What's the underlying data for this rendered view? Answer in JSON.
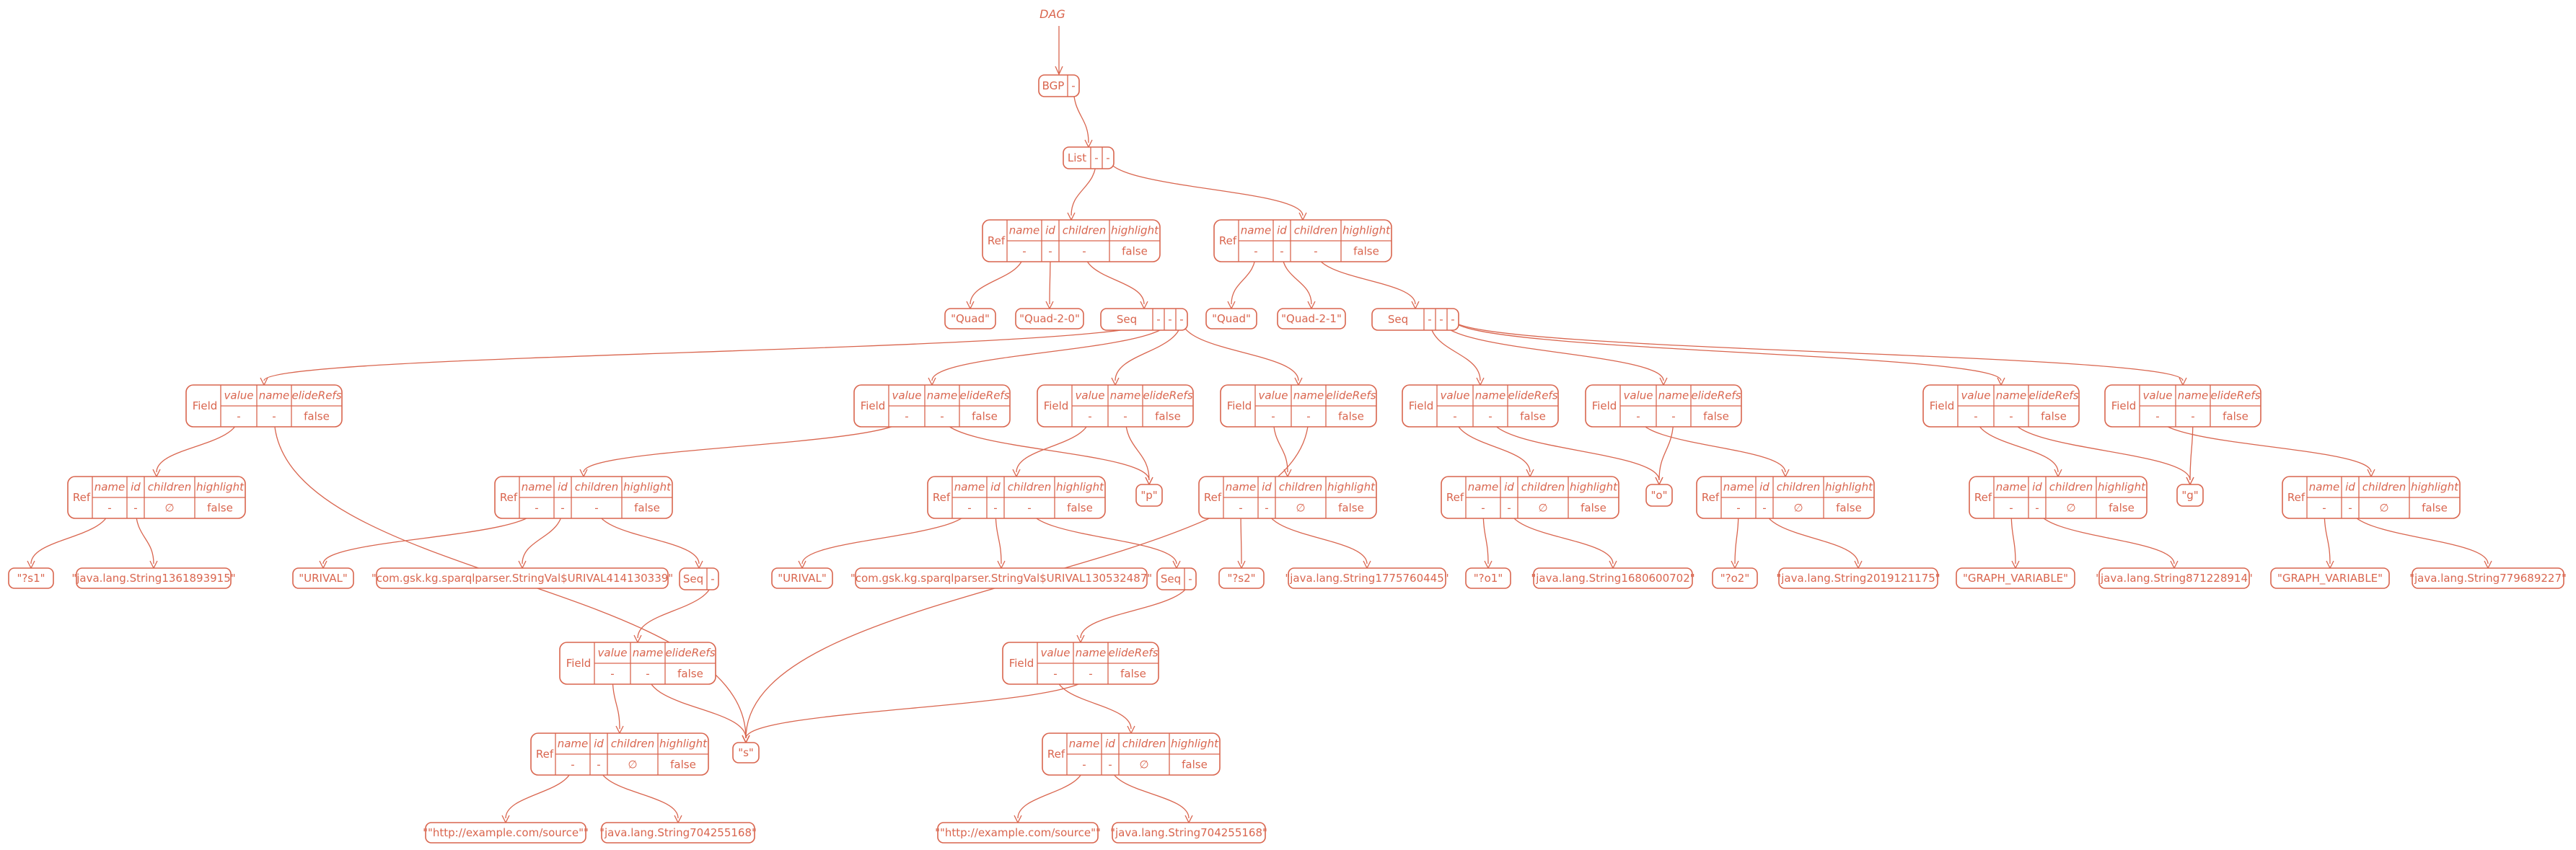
{
  "title": "DAG",
  "colors": {
    "stroke": "#d9654e",
    "background": "#ffffff"
  },
  "placeholders": {
    "value": "-",
    "empty_set": "∅"
  },
  "nodes": {
    "bgp": {
      "label": "BGP",
      "kind": "ports",
      "ports": 1
    },
    "list": {
      "label": "List",
      "kind": "ports",
      "ports": 2
    },
    "ref_q0": {
      "label": "Ref",
      "kind": "record",
      "headers": [
        "name",
        "id",
        "children",
        "highlight"
      ],
      "values": [
        "-",
        "-",
        "-",
        "false"
      ]
    },
    "ref_q1": {
      "label": "Ref",
      "kind": "record",
      "headers": [
        "name",
        "id",
        "children",
        "highlight"
      ],
      "values": [
        "-",
        "-",
        "-",
        "false"
      ]
    },
    "quad0": {
      "label": "\"Quad\"",
      "kind": "leaf"
    },
    "quad0id": {
      "label": "\"Quad-2-0\"",
      "kind": "leaf"
    },
    "seq0": {
      "label": "Seq",
      "kind": "ports",
      "ports": 3
    },
    "quad1": {
      "label": "\"Quad\"",
      "kind": "leaf"
    },
    "quad1id": {
      "label": "\"Quad-2-1\"",
      "kind": "leaf"
    },
    "seq1": {
      "label": "Seq",
      "kind": "ports",
      "ports": 3
    },
    "field_s": {
      "label": "Field",
      "kind": "record",
      "headers": [
        "value",
        "name",
        "elideRefs"
      ],
      "values": [
        "-",
        "-",
        "false"
      ]
    },
    "field_p": {
      "label": "Field",
      "kind": "record",
      "headers": [
        "value",
        "name",
        "elideRefs"
      ],
      "values": [
        "-",
        "-",
        "false"
      ]
    },
    "field_o": {
      "label": "Field",
      "kind": "record",
      "headers": [
        "value",
        "name",
        "elideRefs"
      ],
      "values": [
        "-",
        "-",
        "false"
      ]
    },
    "field_g": {
      "label": "Field",
      "kind": "record",
      "headers": [
        "value",
        "name",
        "elideRefs"
      ],
      "values": [
        "-",
        "-",
        "false"
      ]
    },
    "field_p2": {
      "label": "Field",
      "kind": "record",
      "headers": [
        "value",
        "name",
        "elideRefs"
      ],
      "values": [
        "-",
        "-",
        "false"
      ]
    },
    "field_o2": {
      "label": "Field",
      "kind": "record",
      "headers": [
        "value",
        "name",
        "elideRefs"
      ],
      "values": [
        "-",
        "-",
        "false"
      ]
    },
    "field_g2": {
      "label": "Field",
      "kind": "record",
      "headers": [
        "value",
        "name",
        "elideRefs"
      ],
      "values": [
        "-",
        "-",
        "false"
      ]
    },
    "field_o3": {
      "label": "Field",
      "kind": "record",
      "headers": [
        "value",
        "name",
        "elideRefs"
      ],
      "values": [
        "-",
        "-",
        "false"
      ]
    },
    "ref_s1": {
      "label": "Ref",
      "kind": "record",
      "headers": [
        "name",
        "id",
        "children",
        "highlight"
      ],
      "values": [
        "-",
        "-",
        "∅",
        "false"
      ]
    },
    "ref_urival1": {
      "label": "Ref",
      "kind": "record",
      "headers": [
        "name",
        "id",
        "children",
        "highlight"
      ],
      "values": [
        "-",
        "-",
        "-",
        "false"
      ]
    },
    "ref_urival2": {
      "label": "Ref",
      "kind": "record",
      "headers": [
        "name",
        "id",
        "children",
        "highlight"
      ],
      "values": [
        "-",
        "-",
        "-",
        "false"
      ]
    },
    "ref_s2": {
      "label": "Ref",
      "kind": "record",
      "headers": [
        "name",
        "id",
        "children",
        "highlight"
      ],
      "values": [
        "-",
        "-",
        "∅",
        "false"
      ]
    },
    "ref_o1": {
      "label": "Ref",
      "kind": "record",
      "headers": [
        "name",
        "id",
        "children",
        "highlight"
      ],
      "values": [
        "-",
        "-",
        "∅",
        "false"
      ]
    },
    "ref_o2": {
      "label": "Ref",
      "kind": "record",
      "headers": [
        "name",
        "id",
        "children",
        "highlight"
      ],
      "values": [
        "-",
        "-",
        "∅",
        "false"
      ]
    },
    "ref_gv1": {
      "label": "Ref",
      "kind": "record",
      "headers": [
        "name",
        "id",
        "children",
        "highlight"
      ],
      "values": [
        "-",
        "-",
        "∅",
        "false"
      ]
    },
    "ref_gv2": {
      "label": "Ref",
      "kind": "record",
      "headers": [
        "name",
        "id",
        "children",
        "highlight"
      ],
      "values": [
        "-",
        "-",
        "∅",
        "false"
      ]
    },
    "p_leaf": {
      "label": "\"p\"",
      "kind": "leaf"
    },
    "o_leaf": {
      "label": "\"o\"",
      "kind": "leaf"
    },
    "g_leaf": {
      "label": "\"g\"",
      "kind": "leaf"
    },
    "s1_name": {
      "label": "\"?s1\"",
      "kind": "leaf"
    },
    "s1_id": {
      "label": "\"java.lang.String1361893915\"",
      "kind": "leaf"
    },
    "urival1_name": {
      "label": "\"URIVAL\"",
      "kind": "leaf"
    },
    "urival1_id": {
      "label": "\"com.gsk.kg.sparqlparser.StringVal$URIVAL414130339\"",
      "kind": "leaf"
    },
    "seq_u1": {
      "label": "Seq",
      "kind": "ports",
      "ports": 1
    },
    "urival2_name": {
      "label": "\"URIVAL\"",
      "kind": "leaf"
    },
    "urival2_id": {
      "label": "\"com.gsk.kg.sparqlparser.StringVal$URIVAL130532487\"",
      "kind": "leaf"
    },
    "seq_u2": {
      "label": "Seq",
      "kind": "ports",
      "ports": 1
    },
    "s2_name": {
      "label": "\"?s2\"",
      "kind": "leaf"
    },
    "s2_id": {
      "label": "\"java.lang.String1775760445\"",
      "kind": "leaf"
    },
    "o1_name": {
      "label": "\"?o1\"",
      "kind": "leaf"
    },
    "o1_id": {
      "label": "\"java.lang.String1680600702\"",
      "kind": "leaf"
    },
    "o2_name": {
      "label": "\"?o2\"",
      "kind": "leaf"
    },
    "o2_id": {
      "label": "\"java.lang.String2019121175\"",
      "kind": "leaf"
    },
    "gv1_name": {
      "label": "\"GRAPH_VARIABLE\"",
      "kind": "leaf"
    },
    "gv1_id": {
      "label": "\"java.lang.String871228914\"",
      "kind": "leaf"
    },
    "gv2_name": {
      "label": "\"GRAPH_VARIABLE\"",
      "kind": "leaf"
    },
    "gv2_id": {
      "label": "\"java.lang.String779689227\"",
      "kind": "leaf"
    },
    "field_u1": {
      "label": "Field",
      "kind": "record",
      "headers": [
        "value",
        "name",
        "elideRefs"
      ],
      "values": [
        "-",
        "-",
        "false"
      ]
    },
    "field_u2": {
      "label": "Field",
      "kind": "record",
      "headers": [
        "value",
        "name",
        "elideRefs"
      ],
      "values": [
        "-",
        "-",
        "false"
      ]
    },
    "s_leaf": {
      "label": "\"s\"",
      "kind": "leaf"
    },
    "ref_src1": {
      "label": "Ref",
      "kind": "record",
      "headers": [
        "name",
        "id",
        "children",
        "highlight"
      ],
      "values": [
        "-",
        "-",
        "∅",
        "false"
      ]
    },
    "ref_src2": {
      "label": "Ref",
      "kind": "record",
      "headers": [
        "name",
        "id",
        "children",
        "highlight"
      ],
      "values": [
        "-",
        "-",
        "∅",
        "false"
      ]
    },
    "src1_name": {
      "label": "\"\"http://example.com/source\"\"",
      "kind": "leaf"
    },
    "src1_id": {
      "label": "\"java.lang.String704255168\"",
      "kind": "leaf"
    },
    "src2_name": {
      "label": "\"\"http://example.com/source\"\"",
      "kind": "leaf"
    },
    "src2_id": {
      "label": "\"java.lang.String704255168\"",
      "kind": "leaf"
    }
  }
}
